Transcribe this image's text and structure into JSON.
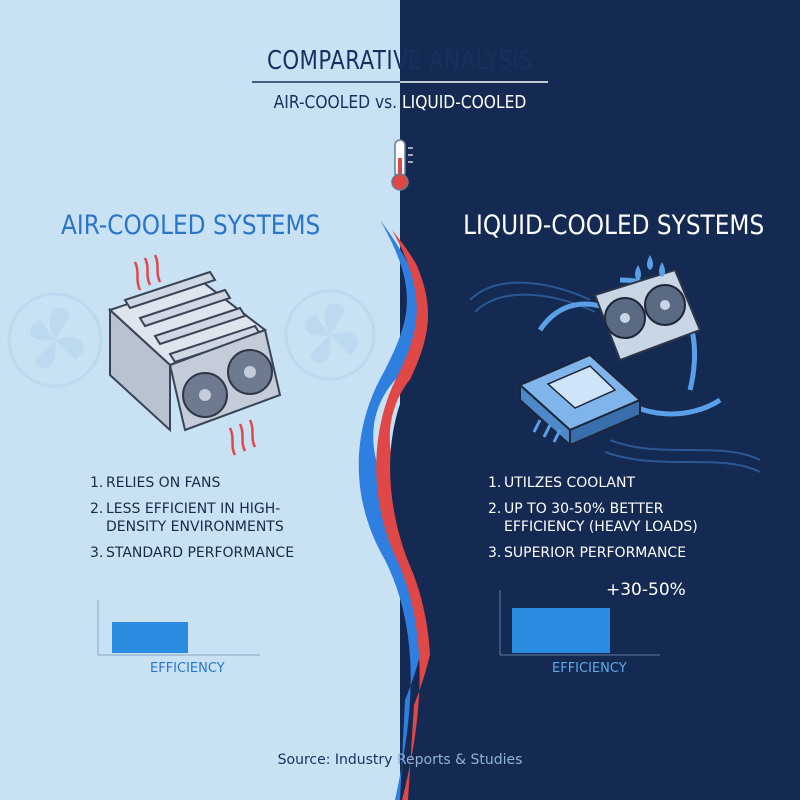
{
  "header": {
    "title_part1": "COMPARATIVE ANALYSIS",
    "subtitle_part1": "AIR-COOLED vs.",
    "subtitle_part2": "LIQUID-COOLED"
  },
  "air": {
    "heading": "AIR-COOLED SYSTEMS",
    "points": [
      {
        "num": "1.",
        "text": "RELIES ON FANS"
      },
      {
        "num": "2.",
        "text": "LESS EFFICIENT IN HIGH-DENSITY ENVIRONMENTS"
      },
      {
        "num": "3.",
        "text": "STANDARD PERFORMANCE"
      }
    ],
    "efficiency_label": "EFFICIENCY"
  },
  "liquid": {
    "heading": "LIQUID-COOLED SYSTEMS",
    "points": [
      {
        "num": "1.",
        "text": "UTILZES COOLANT"
      },
      {
        "num": "2.",
        "text": "UP TO 30-50% BETTER EFFICIENCY (HEAVY LOADS)"
      },
      {
        "num": "3.",
        "text": "SUPERIOR PERFORMANCE"
      }
    ],
    "efficiency_label": "EFFICIENCY",
    "efficiency_delta": "+30-50%"
  },
  "source_part1": "Source: Industry",
  "source_part2": "Reports & Studies",
  "colors": {
    "left_background": "#c8e2f4",
    "right_background": "#142a52",
    "accent_blue": "#2a75c8",
    "bar_blue": "#2a8be0",
    "wave_red": "#e04848",
    "wave_blue": "#2e7fe0"
  }
}
